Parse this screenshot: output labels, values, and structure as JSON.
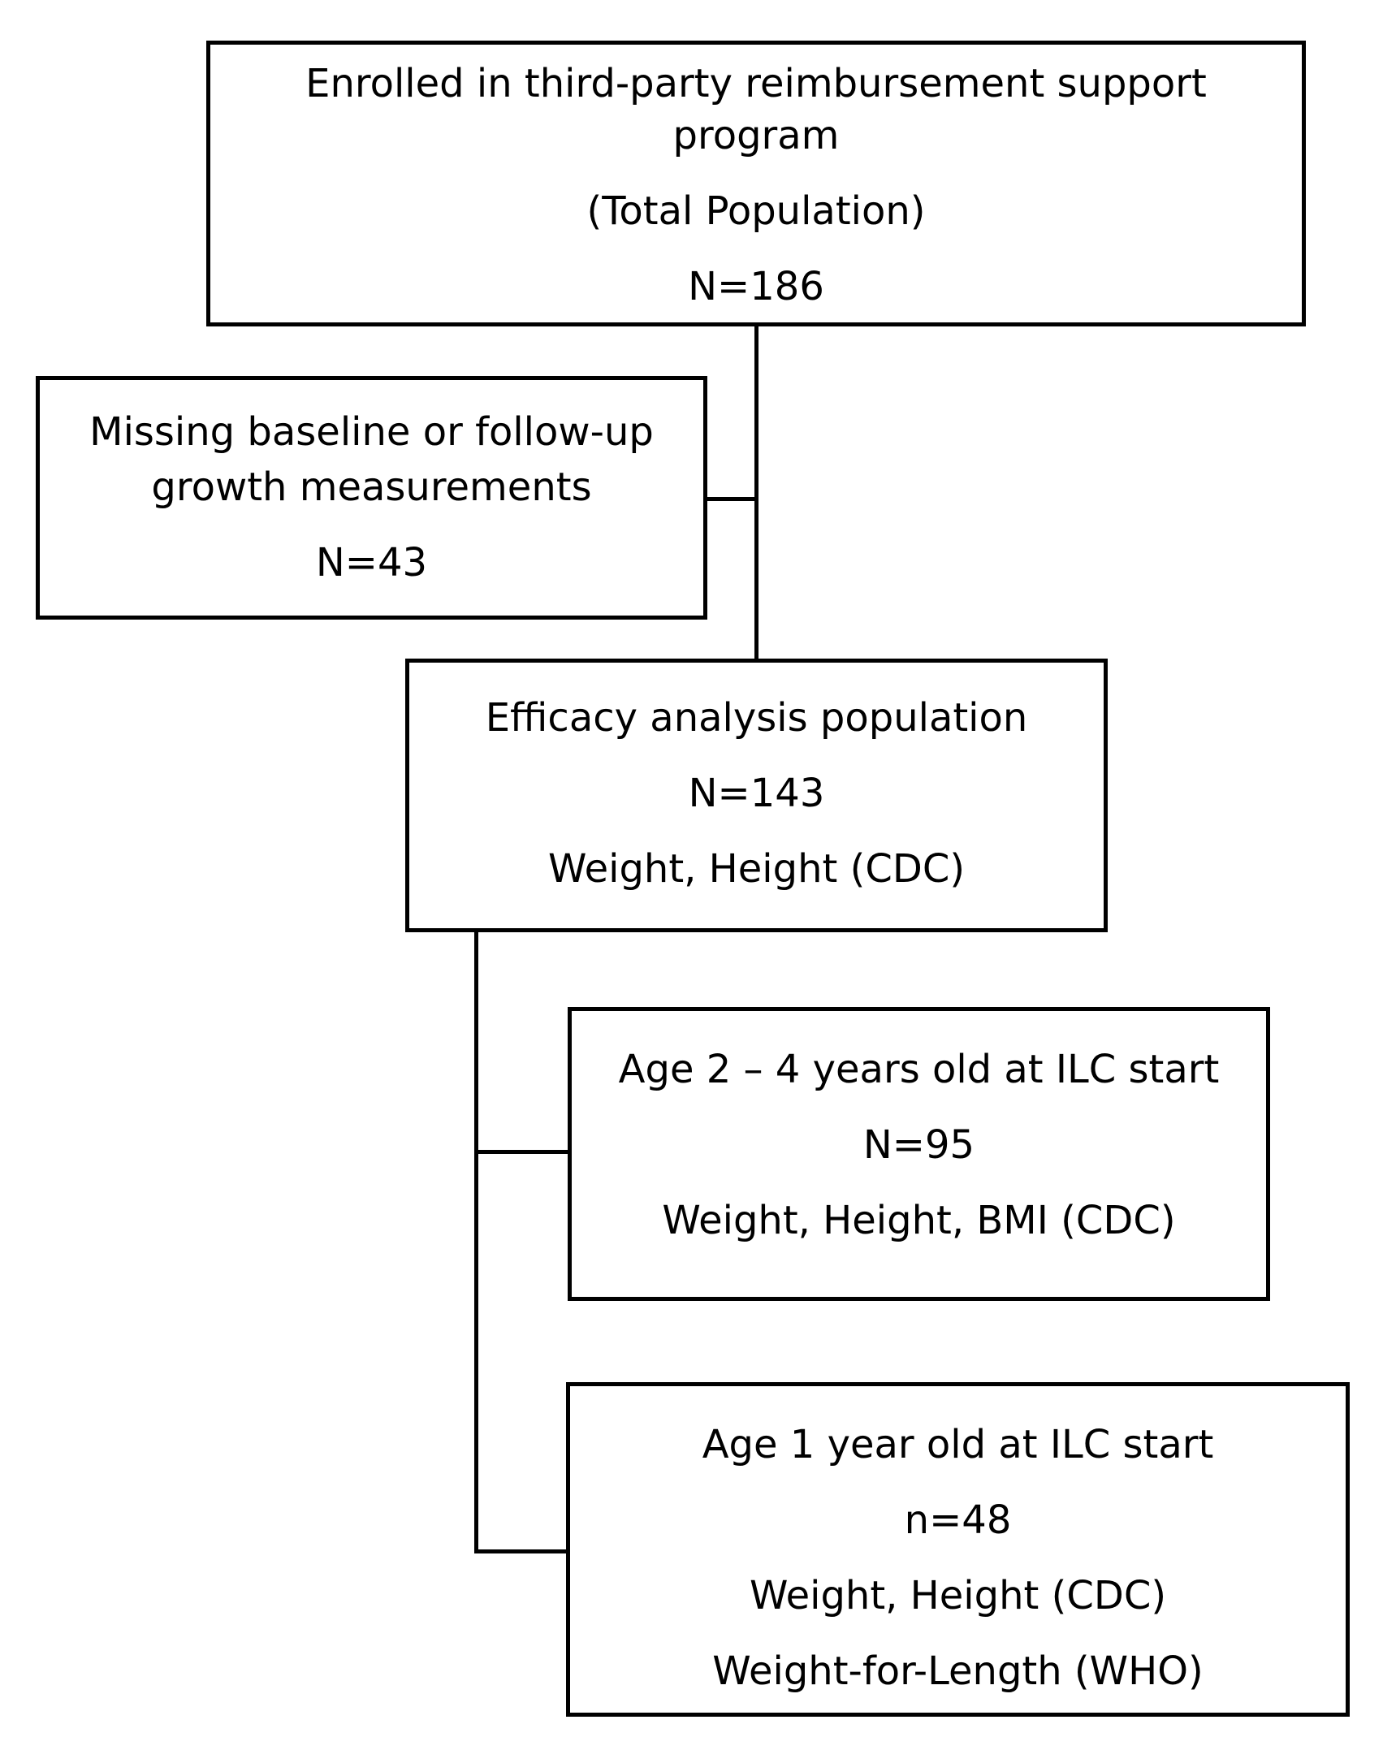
{
  "flowchart": {
    "total": {
      "line1": "Enrolled in third-party reimbursement support",
      "line2": "program",
      "subtitle": "(Total Population)",
      "count": "N=186"
    },
    "excluded": {
      "line1": "Missing baseline or follow-up",
      "line2": "growth measurements",
      "count": "N=43"
    },
    "efficacy": {
      "title": "Efficacy analysis population",
      "count": "N=143",
      "measures": "Weight, Height (CDC)"
    },
    "age_2_4": {
      "title": "Age 2 – 4 years old at ILC start",
      "count": "N=95",
      "measures": "Weight, Height, BMI (CDC)"
    },
    "age_1": {
      "title": "Age 1 year old at ILC start",
      "count": "n=48",
      "measures": "Weight, Height (CDC)",
      "measures2": "Weight-for-Length (WHO)"
    }
  }
}
